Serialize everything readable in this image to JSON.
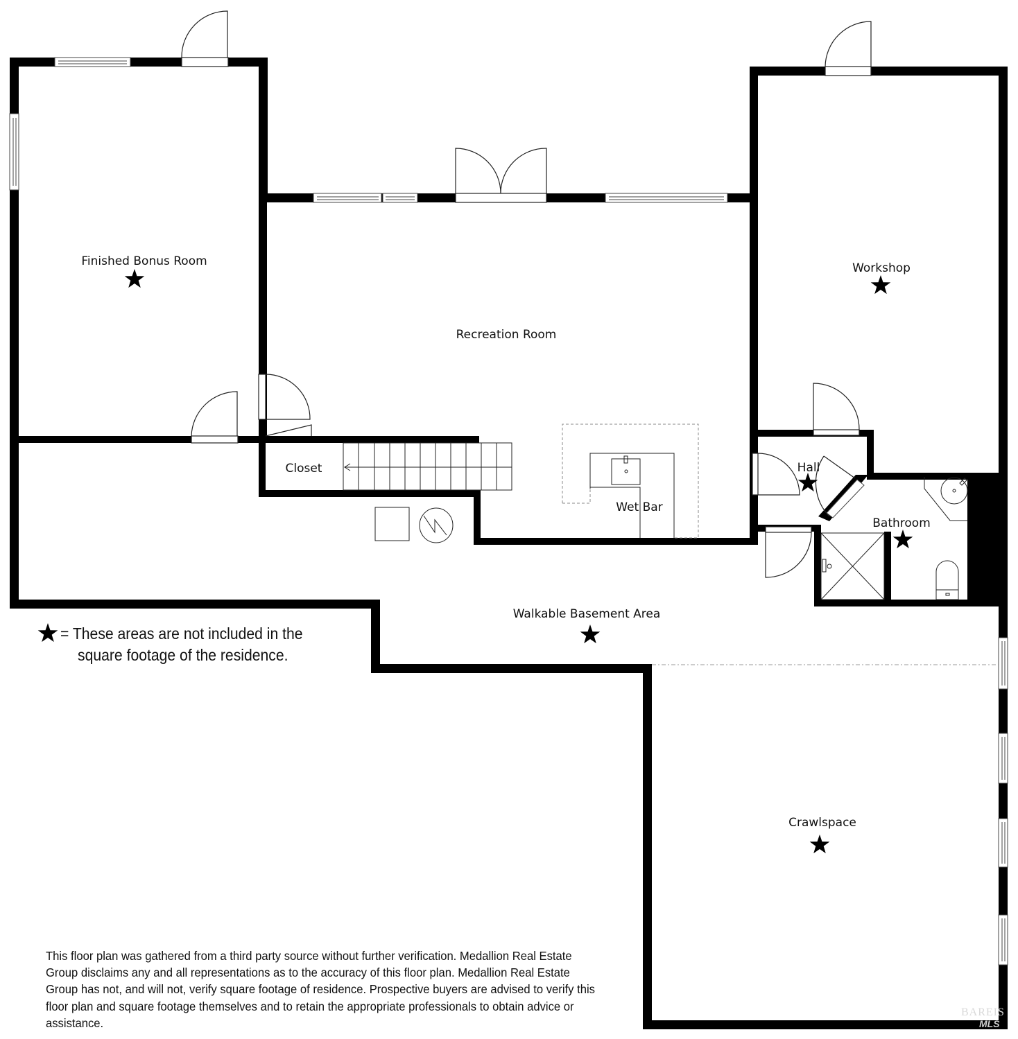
{
  "rooms": {
    "finished_bonus_room": "Finished Bonus Room",
    "recreation_room": "Recreation Room",
    "workshop": "Workshop",
    "closet": "Closet",
    "wet_bar": "Wet Bar",
    "hall": "Hall",
    "bathroom": "Bathroom",
    "walkable_basement_area": "Walkable Basement Area",
    "crawlspace": "Crawlspace"
  },
  "legend": {
    "symbol": "star-icon",
    "line1": "= These areas are not included in the",
    "line2": "square footage of the residence."
  },
  "disclaimer": "This floor plan was gathered from a third party source without further verification. Medallion Real Estate Group disclaims any and all representations as to the accuracy of this floor plan.  Medallion Real Estate Group has not, and will not, verify square footage of residence. Prospective buyers are advised to verify this floor plan and square footage themselves and to retain the appropriate professionals to obtain advice or assistance.",
  "watermark": {
    "line1": "BAREIS",
    "line2": "MLS"
  },
  "colors": {
    "wall": "#000000",
    "background": "#ffffff",
    "fixture_line": "#222222",
    "dashed_line": "#888888"
  }
}
